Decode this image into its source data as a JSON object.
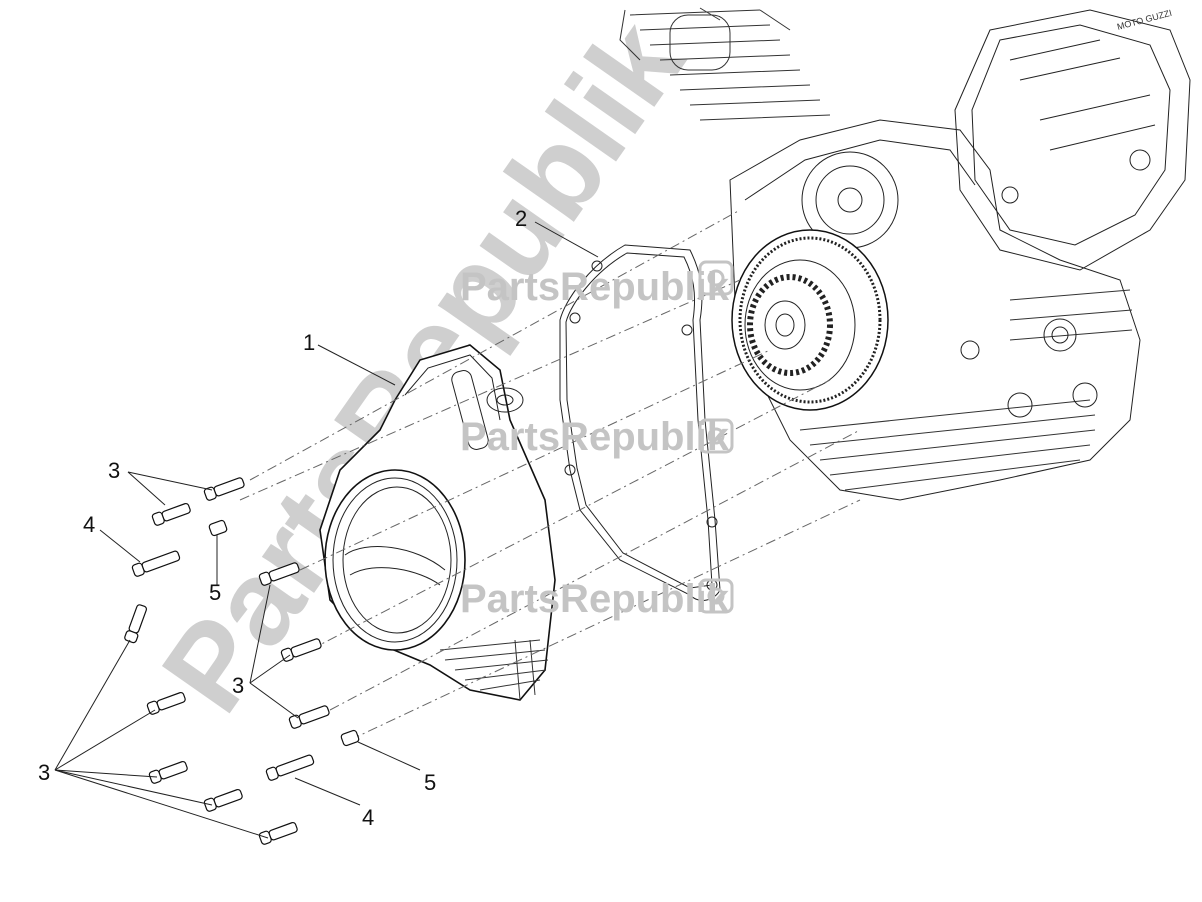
{
  "callouts": {
    "c1": "1",
    "c2": "2",
    "c3a": "3",
    "c3b": "3",
    "c3c": "3",
    "c4a": "4",
    "c4b": "4",
    "c5a": "5",
    "c5b": "5"
  },
  "watermark": {
    "brand": "PartsRepublik",
    "big": "PartsRepublik",
    "engine_logo": "MOTO GUZZI"
  },
  "colors": {
    "line": "#222222",
    "watermark": "#c4c4c4"
  }
}
